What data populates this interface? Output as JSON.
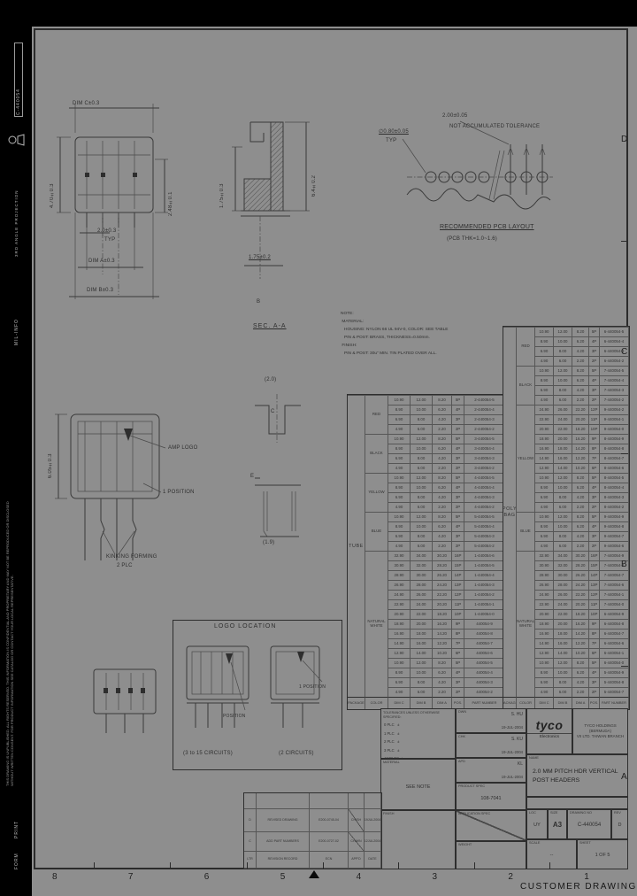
{
  "sheet": {
    "zones_bottom": [
      "8",
      "7",
      "6",
      "5",
      "4",
      "3",
      "2",
      "1"
    ],
    "zones_right": [
      "D",
      "C",
      "B",
      "A"
    ],
    "footer_label": "CUSTOMER DRAWING",
    "margin": {
      "number": "C-440054",
      "projection": "3RD ANGLE PROJECTION",
      "mil": "MIL-INFO",
      "legal": "THIS DRAWING IS UNPUBLISHED. ALL RIGHTS RESERVED. THIS INFORMATION IS CONFIDENTIAL AND PROPRIETARY AND MAY NOT BE REPRODUCED OR DISCLOSED WITHOUT WRITTEN CONSENT. FOR PRODUCT INFORMATION SEE CATALOG OR CONTACT YOUR LOCAL REPRESENTATIVE.",
      "print": "PRINT",
      "form": "FORM"
    }
  },
  "views": {
    "front": {
      "dim_c": "DIM C±0.3",
      "dim_left": "4.70±0.3",
      "dim_right": "2.48±0.1",
      "pitch": "2.0±0.3",
      "typ": "TYP",
      "dim_a": "DIM A±0.3",
      "dim_b": "DIM B±0.3"
    },
    "section": {
      "title": "SEC. A-A",
      "dim_left": "1.75±0.3",
      "dim_right": "6.4±0.2",
      "dim_bottom": "1.75±0.2",
      "label_b": "B"
    },
    "detail": {
      "dim_top": "(2.0)",
      "label_c": "C",
      "label_e": "E",
      "dim_bottom": "(1.9)"
    },
    "pcb": {
      "pitch": "2.00±0.05",
      "note": "NOT ACCUMULATED TOLERANCE",
      "hole": "∅0.80±0.05",
      "typ": "TYP",
      "title": "RECOMMENDED PCB LAYOUT",
      "subtitle": "(PCB THK=1.0~1.6)"
    },
    "main": {
      "dim_left": "6.05±0.3",
      "logo": "AMP LOGO",
      "pos": "1 POSITION",
      "kink1": "KINKING FORMING",
      "kink2": "2 PLC"
    },
    "logo_location": {
      "title": "LOGO LOCATION",
      "callout_left": "POSITION",
      "callout_right": "1 POSITION",
      "caption_left": "(3 to 15 CIRCUITS)",
      "caption_right": "(2 CIRCUITS)"
    }
  },
  "notes": {
    "lines": [
      "NOTE:",
      " MATERIAL:",
      "   HOUSING: NYLON 66 UL 94V-0, COLOR: SEE TABLE",
      "   PIN & POST: BRASS, THICKNESS=0.50mm.",
      " FINISH:",
      "   PIN & POST: 30u\" MIN. TIN PLATED OVER ALL."
    ]
  },
  "tables": {
    "headers": [
      "PACKAGE",
      "COLOR",
      "DIM C",
      "DIM B",
      "DIM A",
      "POS.",
      "PART NUMBER"
    ],
    "tube": {
      "package": "TUBE",
      "groups": [
        {
          "color": "RED",
          "rows": [
            [
              "10.90",
              "12.00",
              "8.20",
              "5P",
              "2-440054-5"
            ],
            [
              "8.90",
              "10.00",
              "6.20",
              "4P",
              "2-440054-4"
            ],
            [
              "6.90",
              "8.00",
              "4.20",
              "3P",
              "2-440054-3"
            ],
            [
              "4.90",
              "6.00",
              "2.20",
              "2P",
              "2-440054-2"
            ]
          ]
        },
        {
          "color": "BLACK",
          "rows": [
            [
              "10.90",
              "12.00",
              "8.20",
              "5P",
              "3-440054-5"
            ],
            [
              "8.90",
              "10.00",
              "6.20",
              "4P",
              "3-440054-4"
            ],
            [
              "6.90",
              "8.00",
              "4.20",
              "3P",
              "3-440054-3"
            ],
            [
              "4.90",
              "6.00",
              "2.20",
              "2P",
              "3-440054-2"
            ]
          ]
        },
        {
          "color": "YELLOW",
          "rows": [
            [
              "10.90",
              "12.00",
              "8.20",
              "5P",
              "4-440054-5"
            ],
            [
              "8.90",
              "10.00",
              "6.20",
              "4P",
              "4-440054-4"
            ],
            [
              "6.90",
              "8.00",
              "4.20",
              "3P",
              "4-440054-3"
            ],
            [
              "4.90",
              "6.00",
              "2.20",
              "2P",
              "4-440054-2"
            ]
          ]
        },
        {
          "color": "BLUE",
          "rows": [
            [
              "10.90",
              "12.00",
              "8.20",
              "5P",
              "5-440054-5"
            ],
            [
              "8.90",
              "10.00",
              "6.20",
              "4P",
              "5-440054-4"
            ],
            [
              "6.90",
              "8.00",
              "4.20",
              "3P",
              "5-440054-3"
            ],
            [
              "4.90",
              "6.00",
              "2.20",
              "2P",
              "5-440054-2"
            ]
          ]
        },
        {
          "color": "NATURAL WHITE",
          "rows": [
            [
              "32.90",
              "34.00",
              "30.20",
              "16P",
              "1-440054-6"
            ],
            [
              "30.90",
              "32.00",
              "28.20",
              "15P",
              "1-440054-5"
            ],
            [
              "28.90",
              "30.00",
              "26.20",
              "14P",
              "1-440054-4"
            ],
            [
              "26.90",
              "28.00",
              "24.20",
              "13P",
              "1-440054-3"
            ],
            [
              "24.90",
              "26.00",
              "22.20",
              "12P",
              "1-440054-2"
            ],
            [
              "22.90",
              "24.00",
              "20.20",
              "11P",
              "1-440054-1"
            ],
            [
              "20.90",
              "22.00",
              "18.20",
              "10P",
              "1-440054-0"
            ],
            [
              "18.90",
              "20.00",
              "16.20",
              "9P",
              "440054-9"
            ],
            [
              "16.90",
              "18.00",
              "14.20",
              "8P",
              "440054-8"
            ],
            [
              "14.90",
              "16.00",
              "12.20",
              "7P",
              "440054-7"
            ],
            [
              "12.90",
              "14.00",
              "10.20",
              "6P",
              "440054-6"
            ],
            [
              "10.90",
              "12.00",
              "8.20",
              "5P",
              "440054-5"
            ],
            [
              "8.90",
              "10.00",
              "6.20",
              "4P",
              "440054-4"
            ],
            [
              "6.90",
              "8.00",
              "4.20",
              "3P",
              "440054-3"
            ],
            [
              "4.90",
              "6.00",
              "2.20",
              "2P",
              "440054-2"
            ]
          ]
        }
      ]
    },
    "polybag": {
      "package": "POLY BAG",
      "groups": [
        {
          "color": "RED",
          "rows": [
            [
              "10.90",
              "12.00",
              "8.20",
              "5P",
              "6-440054-5"
            ],
            [
              "8.90",
              "10.00",
              "6.20",
              "4P",
              "6-440054-4"
            ],
            [
              "6.90",
              "8.00",
              "4.20",
              "3P",
              "6-440054-3"
            ],
            [
              "4.90",
              "6.00",
              "2.20",
              "2P",
              "6-440054-2"
            ]
          ]
        },
        {
          "color": "BLACK",
          "rows": [
            [
              "10.90",
              "12.00",
              "8.20",
              "5P",
              "7-440054-5"
            ],
            [
              "8.90",
              "10.00",
              "6.20",
              "4P",
              "7-440054-4"
            ],
            [
              "6.90",
              "8.00",
              "4.20",
              "3P",
              "7-440054-3"
            ],
            [
              "4.90",
              "6.00",
              "2.20",
              "2P",
              "7-440054-2"
            ]
          ]
        },
        {
          "color": "YELLOW",
          "rows": [
            [
              "24.90",
              "26.00",
              "22.20",
              "12P",
              "9-440054-2"
            ],
            [
              "22.90",
              "24.00",
              "20.20",
              "11P",
              "9-440054-1"
            ],
            [
              "20.90",
              "22.00",
              "18.20",
              "10P",
              "9-440054-0"
            ],
            [
              "18.90",
              "20.00",
              "16.20",
              "9P",
              "8-440054-9"
            ],
            [
              "16.90",
              "18.00",
              "14.20",
              "8P",
              "8-440054-8"
            ],
            [
              "14.90",
              "16.00",
              "12.20",
              "7P",
              "8-440054-7"
            ],
            [
              "12.90",
              "14.00",
              "10.20",
              "6P",
              "8-440054-6"
            ],
            [
              "10.90",
              "12.00",
              "8.20",
              "5P",
              "8-440054-5"
            ],
            [
              "8.90",
              "10.00",
              "6.20",
              "4P",
              "8-440054-4"
            ],
            [
              "6.90",
              "8.00",
              "4.20",
              "3P",
              "8-440054-3"
            ],
            [
              "4.90",
              "6.00",
              "2.20",
              "2P",
              "8-440054-2"
            ]
          ]
        },
        {
          "color": "BLUE",
          "rows": [
            [
              "10.90",
              "12.00",
              "8.20",
              "5P",
              "9-440054-9"
            ],
            [
              "8.90",
              "10.00",
              "6.20",
              "4P",
              "9-440054-8"
            ],
            [
              "6.90",
              "8.00",
              "4.20",
              "3P",
              "9-440054-7"
            ],
            [
              "4.90",
              "6.00",
              "2.20",
              "2P",
              "9-440054-6"
            ]
          ]
        },
        {
          "color": "NATURAL WHITE",
          "rows": [
            [
              "32.90",
              "34.00",
              "30.20",
              "16P",
              "7-440054-9"
            ],
            [
              "30.90",
              "32.00",
              "28.20",
              "15P",
              "7-440054-8"
            ],
            [
              "28.90",
              "30.00",
              "26.20",
              "14P",
              "7-440054-7"
            ],
            [
              "26.90",
              "28.00",
              "24.20",
              "13P",
              "7-440054-6"
            ],
            [
              "24.90",
              "26.00",
              "22.20",
              "12P",
              "7-440054-1"
            ],
            [
              "22.90",
              "24.00",
              "20.20",
              "11P",
              "7-440054-0"
            ],
            [
              "20.90",
              "22.00",
              "18.20",
              "10P",
              "6-440054-9"
            ],
            [
              "18.90",
              "20.00",
              "16.20",
              "9P",
              "6-440054-8"
            ],
            [
              "16.90",
              "18.00",
              "14.20",
              "8P",
              "6-440054-7"
            ],
            [
              "14.90",
              "16.00",
              "12.20",
              "7P",
              "6-440054-6"
            ],
            [
              "12.90",
              "14.00",
              "10.20",
              "6P",
              "6-440054-1"
            ],
            [
              "10.90",
              "12.00",
              "8.20",
              "5P",
              "6-440054-0"
            ],
            [
              "8.90",
              "10.00",
              "6.20",
              "4P",
              "5-440054-9"
            ],
            [
              "6.90",
              "8.00",
              "4.20",
              "3P",
              "5-440054-8"
            ],
            [
              "4.90",
              "6.00",
              "2.20",
              "2P",
              "5-440054-7"
            ]
          ]
        }
      ]
    }
  },
  "titleblock": {
    "tolerances": {
      "title": "TOLERANCES UNLESS OTHERWISE SPECIFIED:",
      "lines": [
        "0 PLC   ±",
        "1 PLC   ±",
        "2 PLC   ±",
        "3 PLC   ±",
        "ANGLES  ±"
      ]
    },
    "material_label": "MATERIAL",
    "material_value": "SEE NOTE",
    "finish_label": "FINISH",
    "signoff": [
      {
        "label": "DWN",
        "name": "S. HU",
        "date": "19-JUL-2004"
      },
      {
        "label": "CHK",
        "name": "S. KU",
        "date": "19-JUL-2004"
      },
      {
        "label": "APD",
        "name": "KL",
        "date": "19-JUL-2004"
      }
    ],
    "product_spec_label": "PRODUCT SPEC",
    "product_spec": "108-7041",
    "application_spec_label": "APPLICATION SPEC",
    "weight_label": "WEIGHT",
    "company": {
      "logo": "tyco",
      "logo_sub": "Electronics",
      "line1": "TYCO HOLDINGS (BERMUDA)",
      "line2": "VII LTD. TAIWAN BRANCH"
    },
    "name_label": "NAME",
    "title_line1": "2.0 MM PITCH HDR VERTICAL",
    "title_line2": "POST HEADERS",
    "loc_label": "LOC",
    "loc": "UY",
    "size_label": "SIZE",
    "size": "A3",
    "dwg_label": "DRAWING NO",
    "dwg_no": "C-440054",
    "rev_label": "REV",
    "rev": "D",
    "scale_label": "SCALE",
    "scale": "--",
    "sheet_label": "SHEET",
    "sheet": "1 OF 5"
  },
  "revisions": {
    "rows": [
      [
        "",
        "",
        "",
        "",
        ""
      ],
      [
        "D",
        "REVISED DRAWING",
        "E200-0745-04",
        "CH/SH",
        "19JUL2004"
      ],
      [
        "C",
        "ADD PART NUMBERS",
        "E200-0727-02",
        "CH/WN",
        "12JUL2004"
      ]
    ],
    "header": [
      "LTR",
      "REVISION RECORD",
      "ECN",
      "APP'D",
      "DATE"
    ]
  }
}
